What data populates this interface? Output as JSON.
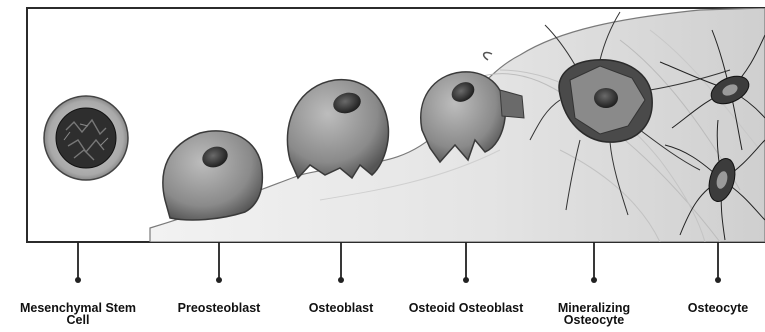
{
  "diagram": {
    "stages": [
      {
        "line1": "Mesenchymal Stem",
        "line2": "Cell"
      },
      {
        "line1": "Preosteoblast",
        "line2": ""
      },
      {
        "line1": "Osteoblast",
        "line2": ""
      },
      {
        "line1": "Osteoid Osteoblast",
        "line2": ""
      },
      {
        "line1": "Mineralizing",
        "line2": "Osteocyte"
      },
      {
        "line1": "Osteocyte",
        "line2": ""
      }
    ]
  }
}
